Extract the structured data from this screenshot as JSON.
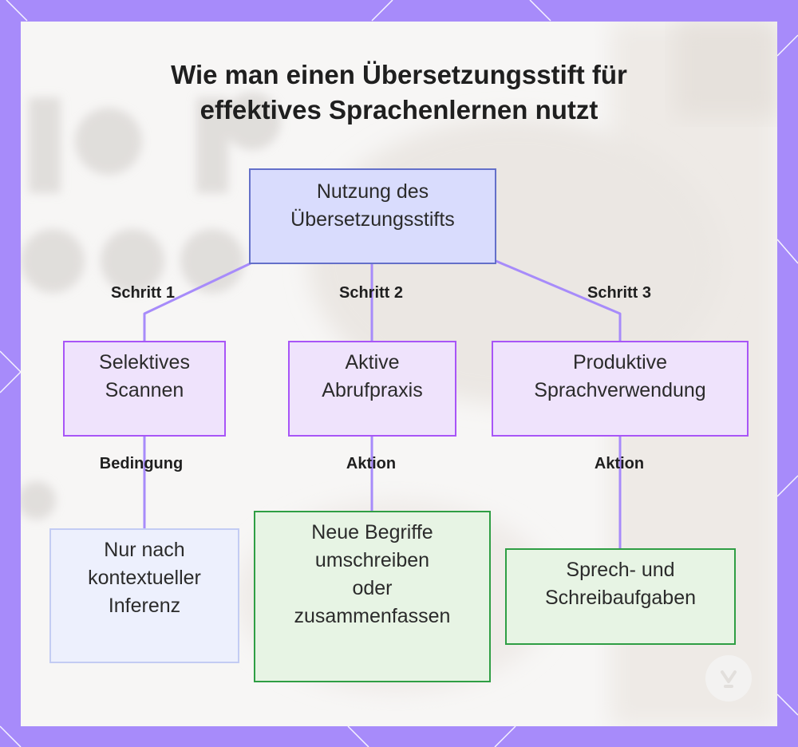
{
  "title_lines": [
    "Wie man einen Übersetzungsstift für",
    "effektives Sprachenlernen nutzt"
  ],
  "root": {
    "lines": [
      "Nutzung des",
      "Übersetzungsstifts"
    ]
  },
  "steps": [
    {
      "lines": [
        "Selektives",
        "Scannen"
      ],
      "edge_label": "Schritt 1"
    },
    {
      "lines": [
        "Aktive",
        "Abrufpraxis"
      ],
      "edge_label": "Schritt 2"
    },
    {
      "lines": [
        "Produktive",
        "Sprachverwendung"
      ],
      "edge_label": "Schritt 3"
    }
  ],
  "leaves": [
    {
      "lines": [
        "Nur nach",
        "kontextueller",
        "Inferenz"
      ],
      "edge_label": "Bedingung"
    },
    {
      "lines": [
        "Neue Begriffe",
        "umschreiben",
        "oder",
        "zusammenfassen"
      ],
      "edge_label": "Aktion"
    },
    {
      "lines": [
        "Sprech- und",
        "Schreibaufgaben"
      ],
      "edge_label": "Aktion"
    }
  ],
  "colors": {
    "frame": "#a78bfa",
    "connector": "#a78bfa",
    "root_fill": "#d9dcfd",
    "root_border": "#6470c9",
    "step_fill": "#efe3fc",
    "step_border": "#a855f7",
    "leaf_blue_fill": "#edf0fd",
    "leaf_green_fill": "#e7f4e4",
    "leaf_green_border": "#2f9e44"
  }
}
